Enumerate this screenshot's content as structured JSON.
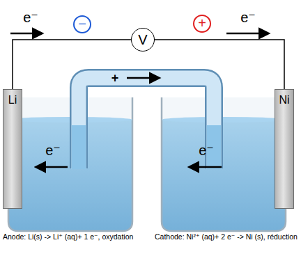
{
  "diagram": {
    "nodes": [
      {
        "text": [
          "Li"
        ]
      },
      {
        "text": [
          "V"
        ]
      },
      {
        "text": [
          "Ni"
        ]
      }
    ],
    "edges": [
      {
        "from": 0,
        "to": 1,
        "arrow": "none"
      },
      {
        "from": 1,
        "to": 2,
        "arrow": "none"
      }
    ],
    "labels": [
      "e⁻",
      "−",
      "+",
      "e⁻",
      "+",
      "e⁻",
      "e⁻",
      "Anode: Li(s) -> Li⁺ (aq)+ 1 e⁻, oxydation",
      "Cathode: Ni²⁺ (aq)+ 2 e⁻ -> Ni (s), réduction"
    ]
  }
}
